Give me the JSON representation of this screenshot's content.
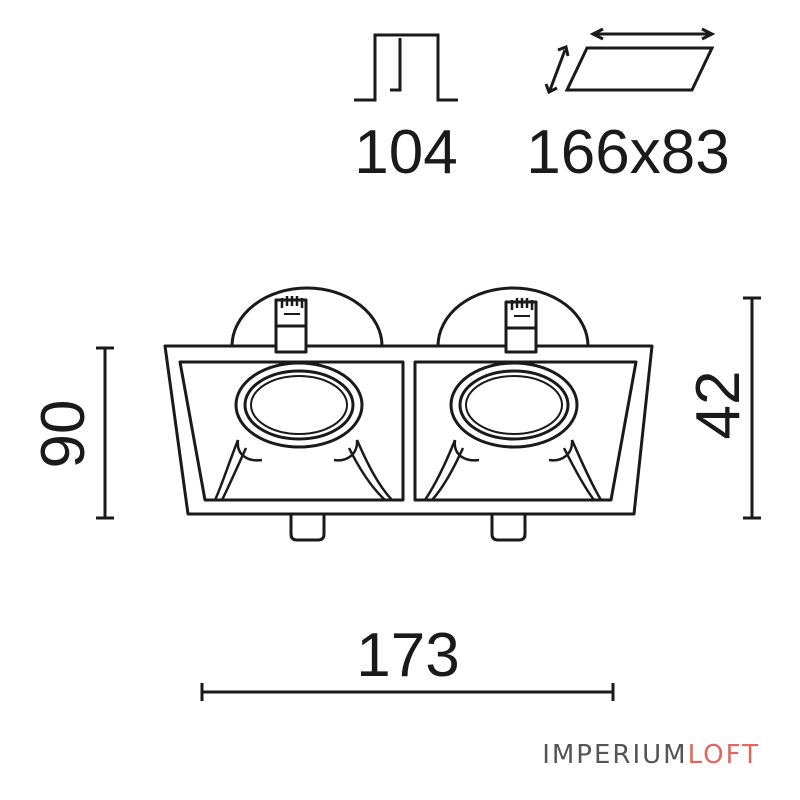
{
  "specs": {
    "cutout_depth": "104",
    "cutout_size": "166x83"
  },
  "dimensions": {
    "height_left": "90",
    "height_right": "42",
    "width_bottom": "173"
  },
  "brand": {
    "name_part1": "IMPERIUM",
    "name_part2": "LOFT"
  },
  "colors": {
    "line": "#1a1a1a",
    "brand_dark": "#555555",
    "brand_accent": "#e2665c"
  },
  "icons": {
    "depth": "recess-depth-icon",
    "cutout": "cutout-size-icon"
  }
}
